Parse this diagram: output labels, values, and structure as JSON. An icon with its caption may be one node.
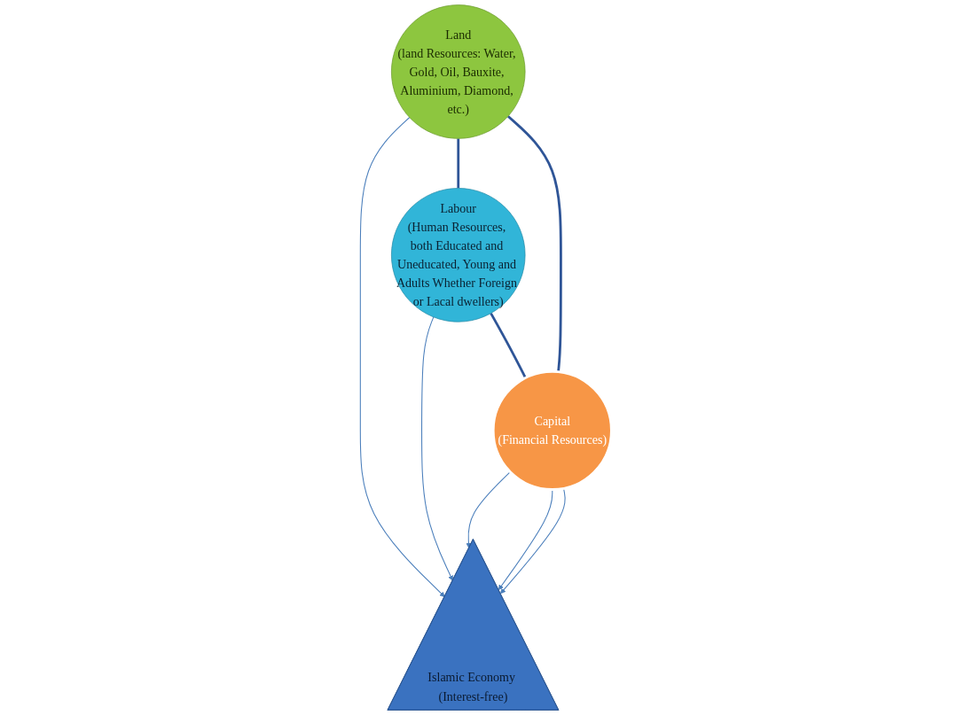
{
  "diagram": {
    "nodes": [
      {
        "text": [
          "Land",
          "(land Resources: Water, Gold, Oil, Bauxite, Aluminium, Diamond, etc.)"
        ]
      },
      {
        "text": [
          "Labour",
          "(Human Resources, both Educated and Uneducated, Young and Adults Whether Foreign or Lacal dwellers)"
        ]
      },
      {
        "text": [
          "Islamic Economy (Interest-free)"
        ]
      },
      {
        "text": [
          "Capital",
          "(Financial Resources)"
        ]
      }
    ],
    "edges": [
      {
        "from": 0,
        "to": 2,
        "arrow": "to"
      },
      {
        "from": 1,
        "to": 2,
        "arrow": "to"
      },
      {
        "from": 3,
        "to": 2,
        "arrow": "to"
      },
      {
        "from": 3,
        "to": 2,
        "arrow": "to"
      },
      {
        "from": 3,
        "to": 2,
        "arrow": "to"
      },
      {
        "from": 0,
        "to": 1,
        "arrow": "none",
        "style": "thick",
        "color": "#2f5597"
      },
      {
        "from": 0,
        "to": 3,
        "arrow": "none",
        "style": "thick",
        "color": "#2f5597"
      },
      {
        "from": 1,
        "to": 3,
        "arrow": "none",
        "style": "thick",
        "color": "#2f5597"
      }
    ]
  }
}
